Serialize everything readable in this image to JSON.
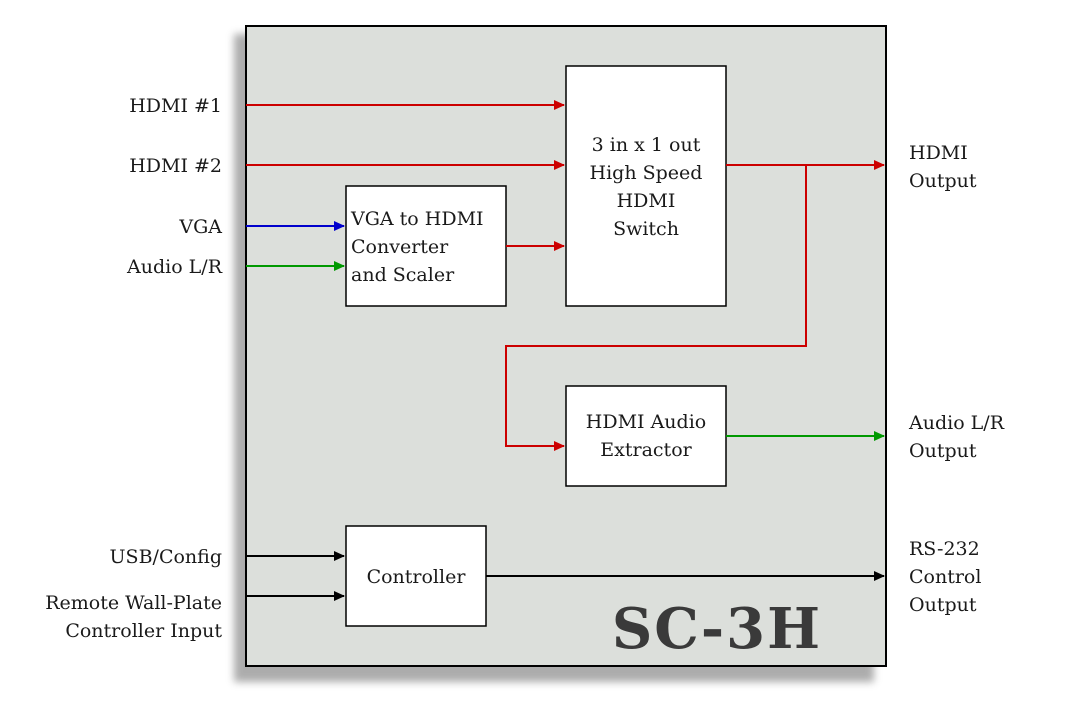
{
  "inputs": {
    "hdmi1": "HDMI #1",
    "hdmi2": "HDMI #2",
    "vga": "VGA",
    "audio_lr": "Audio L/R",
    "usb_config": "USB/Config",
    "remote_line1": "Remote Wall-Plate",
    "remote_line2": "Controller Input"
  },
  "blocks": {
    "switch": [
      "3 in x 1 out",
      "High Speed",
      "HDMI",
      "Switch"
    ],
    "vga_converter": [
      "VGA to HDMI",
      "Converter",
      "and Scaler"
    ],
    "audio_extractor": [
      "HDMI Audio",
      "Extractor"
    ],
    "controller": [
      "Controller"
    ]
  },
  "outputs": {
    "hdmi": [
      "HDMI",
      "Output"
    ],
    "audio": [
      "Audio L/R",
      "Output"
    ],
    "rs232": [
      "RS-232",
      "Control",
      "Output"
    ]
  },
  "model": "SC-3H",
  "colors": {
    "hdmi_signal": "#cc0000",
    "vga_signal": "#0000cc",
    "audio_signal": "#009900",
    "control_signal": "#000000",
    "enclosure_fill": "#dcdfdb"
  }
}
